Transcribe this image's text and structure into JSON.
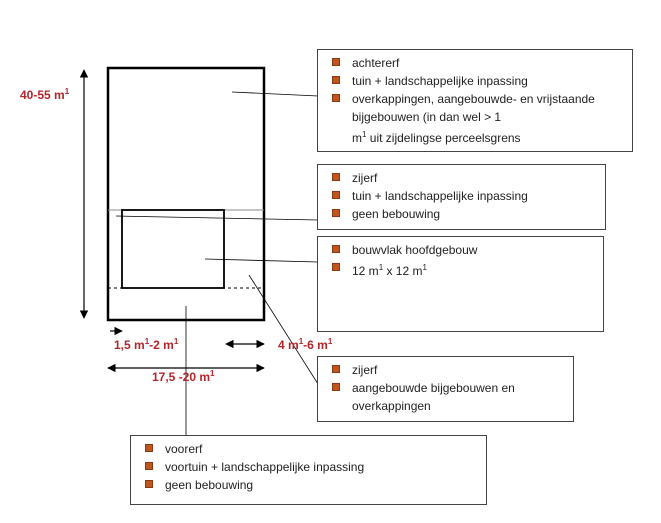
{
  "dimensions": {
    "depth": {
      "value": "40-55 m",
      "sup": "1"
    },
    "side_left": {
      "a": "1,5 m",
      "a_sup": "1",
      "b": "-2 m",
      "b_sup": "1"
    },
    "side_right": {
      "a": "4 m",
      "a_sup": "1",
      "b": "-6 m",
      "b_sup": "1"
    },
    "width": {
      "a": "17,5 -20 m",
      "a_sup": "1"
    }
  },
  "callouts": {
    "achtererf": {
      "items": [
        "achtererf",
        "tuin + landschappelijke inpassing",
        "overkappingen, aangebouwde- en vrijstaande bijgebouwen (in dan wel > 1",
        "uit zijdelingse perceelsgrens"
      ],
      "sup_prefix": "m",
      "sup": "1"
    },
    "zijerf_top": {
      "items": [
        "zijerf",
        "tuin + landschappelijke inpassing",
        "geen bebouwing"
      ]
    },
    "bouwvlak": {
      "item1": "bouwvlak hoofdgebouw",
      "item2_a": "12 m",
      "item2_sup_a": "1",
      "item2_b": " x 12 m",
      "item2_sup_b": "1"
    },
    "zijerf_bottom": {
      "items": [
        "zijerf",
        "aangebouwde bijgebouwen en overkappingen"
      ]
    },
    "voorerf": {
      "items": [
        "voorerf",
        "voortuin + landschappelijke inpassing",
        "geen bebouwing"
      ]
    }
  },
  "colors": {
    "dimension_text": "#b3262b",
    "bullet": "#c0561e",
    "lines": "#000000"
  }
}
